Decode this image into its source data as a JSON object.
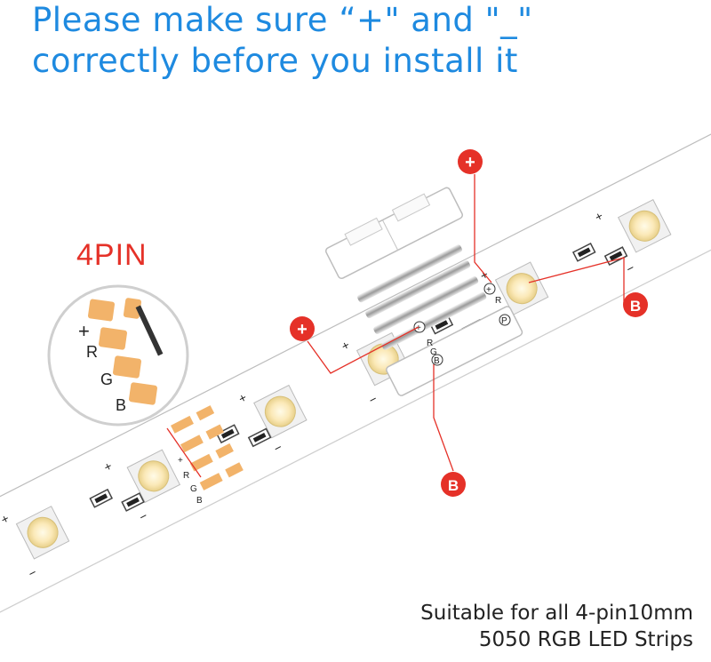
{
  "headline": {
    "line1": "Please make sure “+\" and \"_\"",
    "line2": "correctly before you install it"
  },
  "pin_title": "4PIN",
  "zoom": {
    "plus": "+",
    "r": "R",
    "g": "G",
    "b": "B"
  },
  "strip_pin_labels": {
    "plus": "+",
    "r": "R",
    "g": "G",
    "b": "B"
  },
  "connector_labels": {
    "plus": "+",
    "r": "R",
    "g": "G",
    "b": "B",
    "p": "P"
  },
  "badges": {
    "plus_top": "+",
    "plus_left": "+",
    "b_right": "B",
    "b_bottom": "B"
  },
  "caption": {
    "line1": "Suitable for all 4-pin10mm",
    "line2": "5050 RGB LED Strips"
  },
  "colors": {
    "headline": "#1e8ae0",
    "accent_red": "#e53128",
    "pad_copper": "#f2b36a"
  }
}
